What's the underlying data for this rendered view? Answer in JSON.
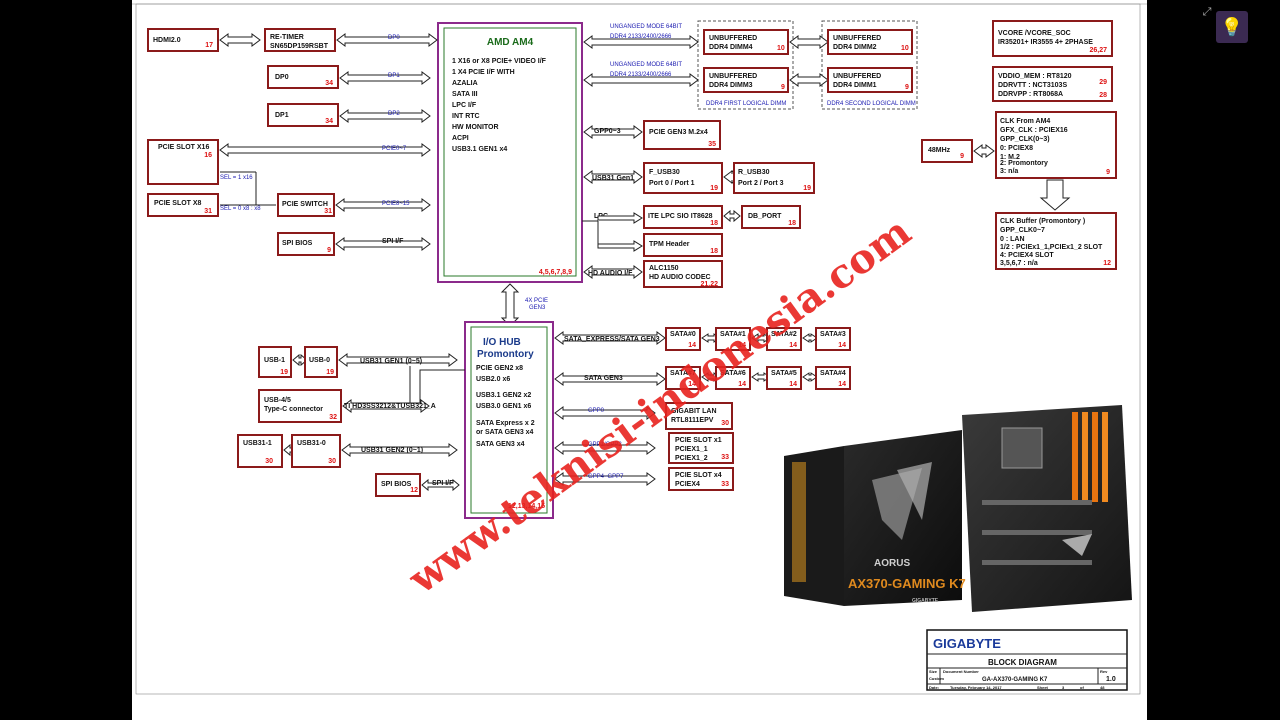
{
  "title_block": {
    "brand": "GIGABYTE",
    "title": "BLOCK DIAGRAM",
    "size_label": "Size",
    "size_value": "Custom",
    "doc_label": "Document Number",
    "doc_value": "GA-AX370-GAMING K7",
    "rev_label": "Rev",
    "rev_value": "1.0",
    "date_label": "Date:",
    "date_value": "Tuesday, February 14, 2017",
    "sheet_label": "Sheet",
    "sheet_value": "3",
    "of_label": "of",
    "of_value": "48"
  },
  "cpu": {
    "title": "AMD AM4",
    "lines": [
      "1 X16 or X8 PCIE+ VIDEO I/F",
      "1 X4 PCIE I/F WITH",
      "AZALIA",
      "SATA III",
      "LPC I/F",
      "INT RTC",
      "HW MONITOR",
      "ACPI",
      "USB3.1 GEN1   x4"
    ],
    "pages": "4,5,6,7,8,9"
  },
  "hub": {
    "title1": "I/O HUB",
    "title2": "Promontory",
    "lines": [
      "PCIE GEN2  x8",
      "USB2.0  x6",
      "USB3.1 GEN2 x2",
      "USB3.0 GEN1 x6",
      "SATA Express  x 2",
      "or SATA GEN3 x4",
      "SATA GEN3 x4"
    ],
    "pages": "12,13,14,15"
  },
  "left_boxes": [
    {
      "name": "HDMI2.0",
      "page": "17"
    },
    {
      "name": "RE-TIMER",
      "sub": "SN65DP159RSBT"
    },
    {
      "name": "DP0",
      "page": "34"
    },
    {
      "name": "DP1",
      "page": "34"
    },
    {
      "name": "PCIE SLOT X16",
      "page": "16"
    },
    {
      "name": "PCIE SLOT X8",
      "page": "31"
    },
    {
      "name": "PCIE SWITCH",
      "page": "31"
    },
    {
      "name": "SPI BIOS",
      "page": "9"
    }
  ],
  "left_bus": {
    "dp0a": "DP0",
    "dp1": "DP1",
    "dp2": "DP2",
    "pcie0_7": "PCIE0~7",
    "pcie8_15": "PCIE8~15",
    "sel1": "SEL = 1 x16",
    "sel0": "SEL = 0 x8 : x8",
    "spi": "SPI I/F",
    "cpu_hub": "4X PCIE",
    "cpu_hub2": "GEN3"
  },
  "dimm": {
    "mode": "UNGANGED MODE 64BIT",
    "speed": "DDR4 2133/2400/2666",
    "first": "DDR4 FIRST LOGICAL DIMM",
    "second": "DDR4 SECOND LOGICAL DIMM",
    "boxes": [
      {
        "l1": "UNBUFFERED",
        "l2": "DDR4 DIMM4",
        "page": "10"
      },
      {
        "l1": "UNBUFFERED",
        "l2": "DDR4 DIMM2",
        "page": "10"
      },
      {
        "l1": "UNBUFFERED",
        "l2": "DDR4 DIMM3",
        "page": "9"
      },
      {
        "l1": "UNBUFFERED",
        "l2": "DDR4 DIMM1",
        "page": "9"
      }
    ]
  },
  "cpu_right": {
    "gpp": "GPP0~3",
    "m2": "PCIE GEN3  M.2x4",
    "m2_page": "35",
    "usb31": "USB31 Gen1",
    "fusb1": "F_USB30",
    "fusb2": "Port 0 / Port 1",
    "fusb_page": "19",
    "rusb1": "R_USB30",
    "rusb2": "Port 2 / Port 3",
    "rusb_page": "19",
    "lpc": "LPC",
    "ite": "ITE LPC SIO IT8628",
    "ite_page": "18",
    "dbport": "DB_PORT",
    "dbport_page": "18",
    "tpm": "TPM Header",
    "tpm_page": "18",
    "hda": "HD AUDIO I/F",
    "alc1": "ALC1150",
    "alc2": "HD AUDIO CODEC",
    "alc_page": "21,22"
  },
  "power": {
    "vcore1": "VCORE /VCORE_SOC",
    "vcore2": "IR35201+ IR3555  4+ 2PHASE",
    "vcore_page": "26,27",
    "mem1": "VDDIO_MEM : RT8120",
    "mem1_page": "29",
    "mem2": "DDRVTT : NCT3103S",
    "mem3": "DDRVPP : RT8068A",
    "mem3_page": "28"
  },
  "clock": {
    "osc": "48MHz",
    "osc_page": "9",
    "lines": [
      "CLK From AM4",
      "GFX_CLK :  PCIEX16",
      "GPP_CLK(0~3)",
      "0:  PCIEX8",
      "1:  M.2",
      "2:  Promontory",
      "3:  n/a"
    ],
    "page": "9",
    "buf_lines": [
      "CLK Buffer (Promontory )",
      "GPP_CLK0~7",
      "0 : LAN",
      "1/2 : PCIEx1_1,PCIEx1_2  SLOT",
      "4:  PCIEX4 SLOT",
      "3,5,6,7 : n/a"
    ],
    "buf_page": "12"
  },
  "hub_left": {
    "usb1": "USB-1",
    "usb1_page": "19",
    "usb0": "USB-0",
    "usb0_page": "19",
    "usb2bus": "USB31 GEN1 (0~5)",
    "usb45a": "USB-4/5",
    "usb45b": "Type-C connector",
    "usb45_page": "32",
    "tibus": "TI HD3SS3212&TUSB321_A",
    "usb311": "USB31-1",
    "usb311_page": "30",
    "usb310": "USB31-0",
    "usb310_page": "30",
    "gen2bus": "USB31 GEN2 (0~1)",
    "spibios": "SPI BIOS",
    "spibios_page": "12",
    "spi": "SPI I/F"
  },
  "hub_right": {
    "satax": "SATA_EXPRESS/SATA GEN3",
    "sata3": "SATA GEN3",
    "sata": [
      {
        "n": "SATA#0",
        "p": "14"
      },
      {
        "n": "SATA#1",
        "p": "14"
      },
      {
        "n": "SATA#2",
        "p": "14"
      },
      {
        "n": "SATA#3",
        "p": "14"
      },
      {
        "n": "SATA#7",
        "p": "14"
      },
      {
        "n": "SATA#6",
        "p": "14"
      },
      {
        "n": "SATA#5",
        "p": "14"
      },
      {
        "n": "SATA#4",
        "p": "14"
      }
    ],
    "gpp0": "GPP0",
    "lan1": "GIGABIT LAN",
    "lan2": "RTL8111EPV",
    "lan_page": "30",
    "gpp12": "GPP1/GPP2",
    "x1a": "PCIE SLOT x1",
    "x1b": "PCIEX1_1",
    "x1c": "PCIEX1_2",
    "x1_page": "33",
    "gpp47": "GPP4~GPP7",
    "x4a": "PCIE SLOT x4",
    "x4b": "PCIEX4",
    "x4_page": "33"
  },
  "product": {
    "box_model": "AX370-GAMING K7",
    "box_brand": "AORUS",
    "box_vendor": "GIGABYTE"
  },
  "watermark": "www.teknisi-indonesia.com",
  "icons": {
    "expand": "expand-icon",
    "bulb": "lightbulb-icon"
  }
}
